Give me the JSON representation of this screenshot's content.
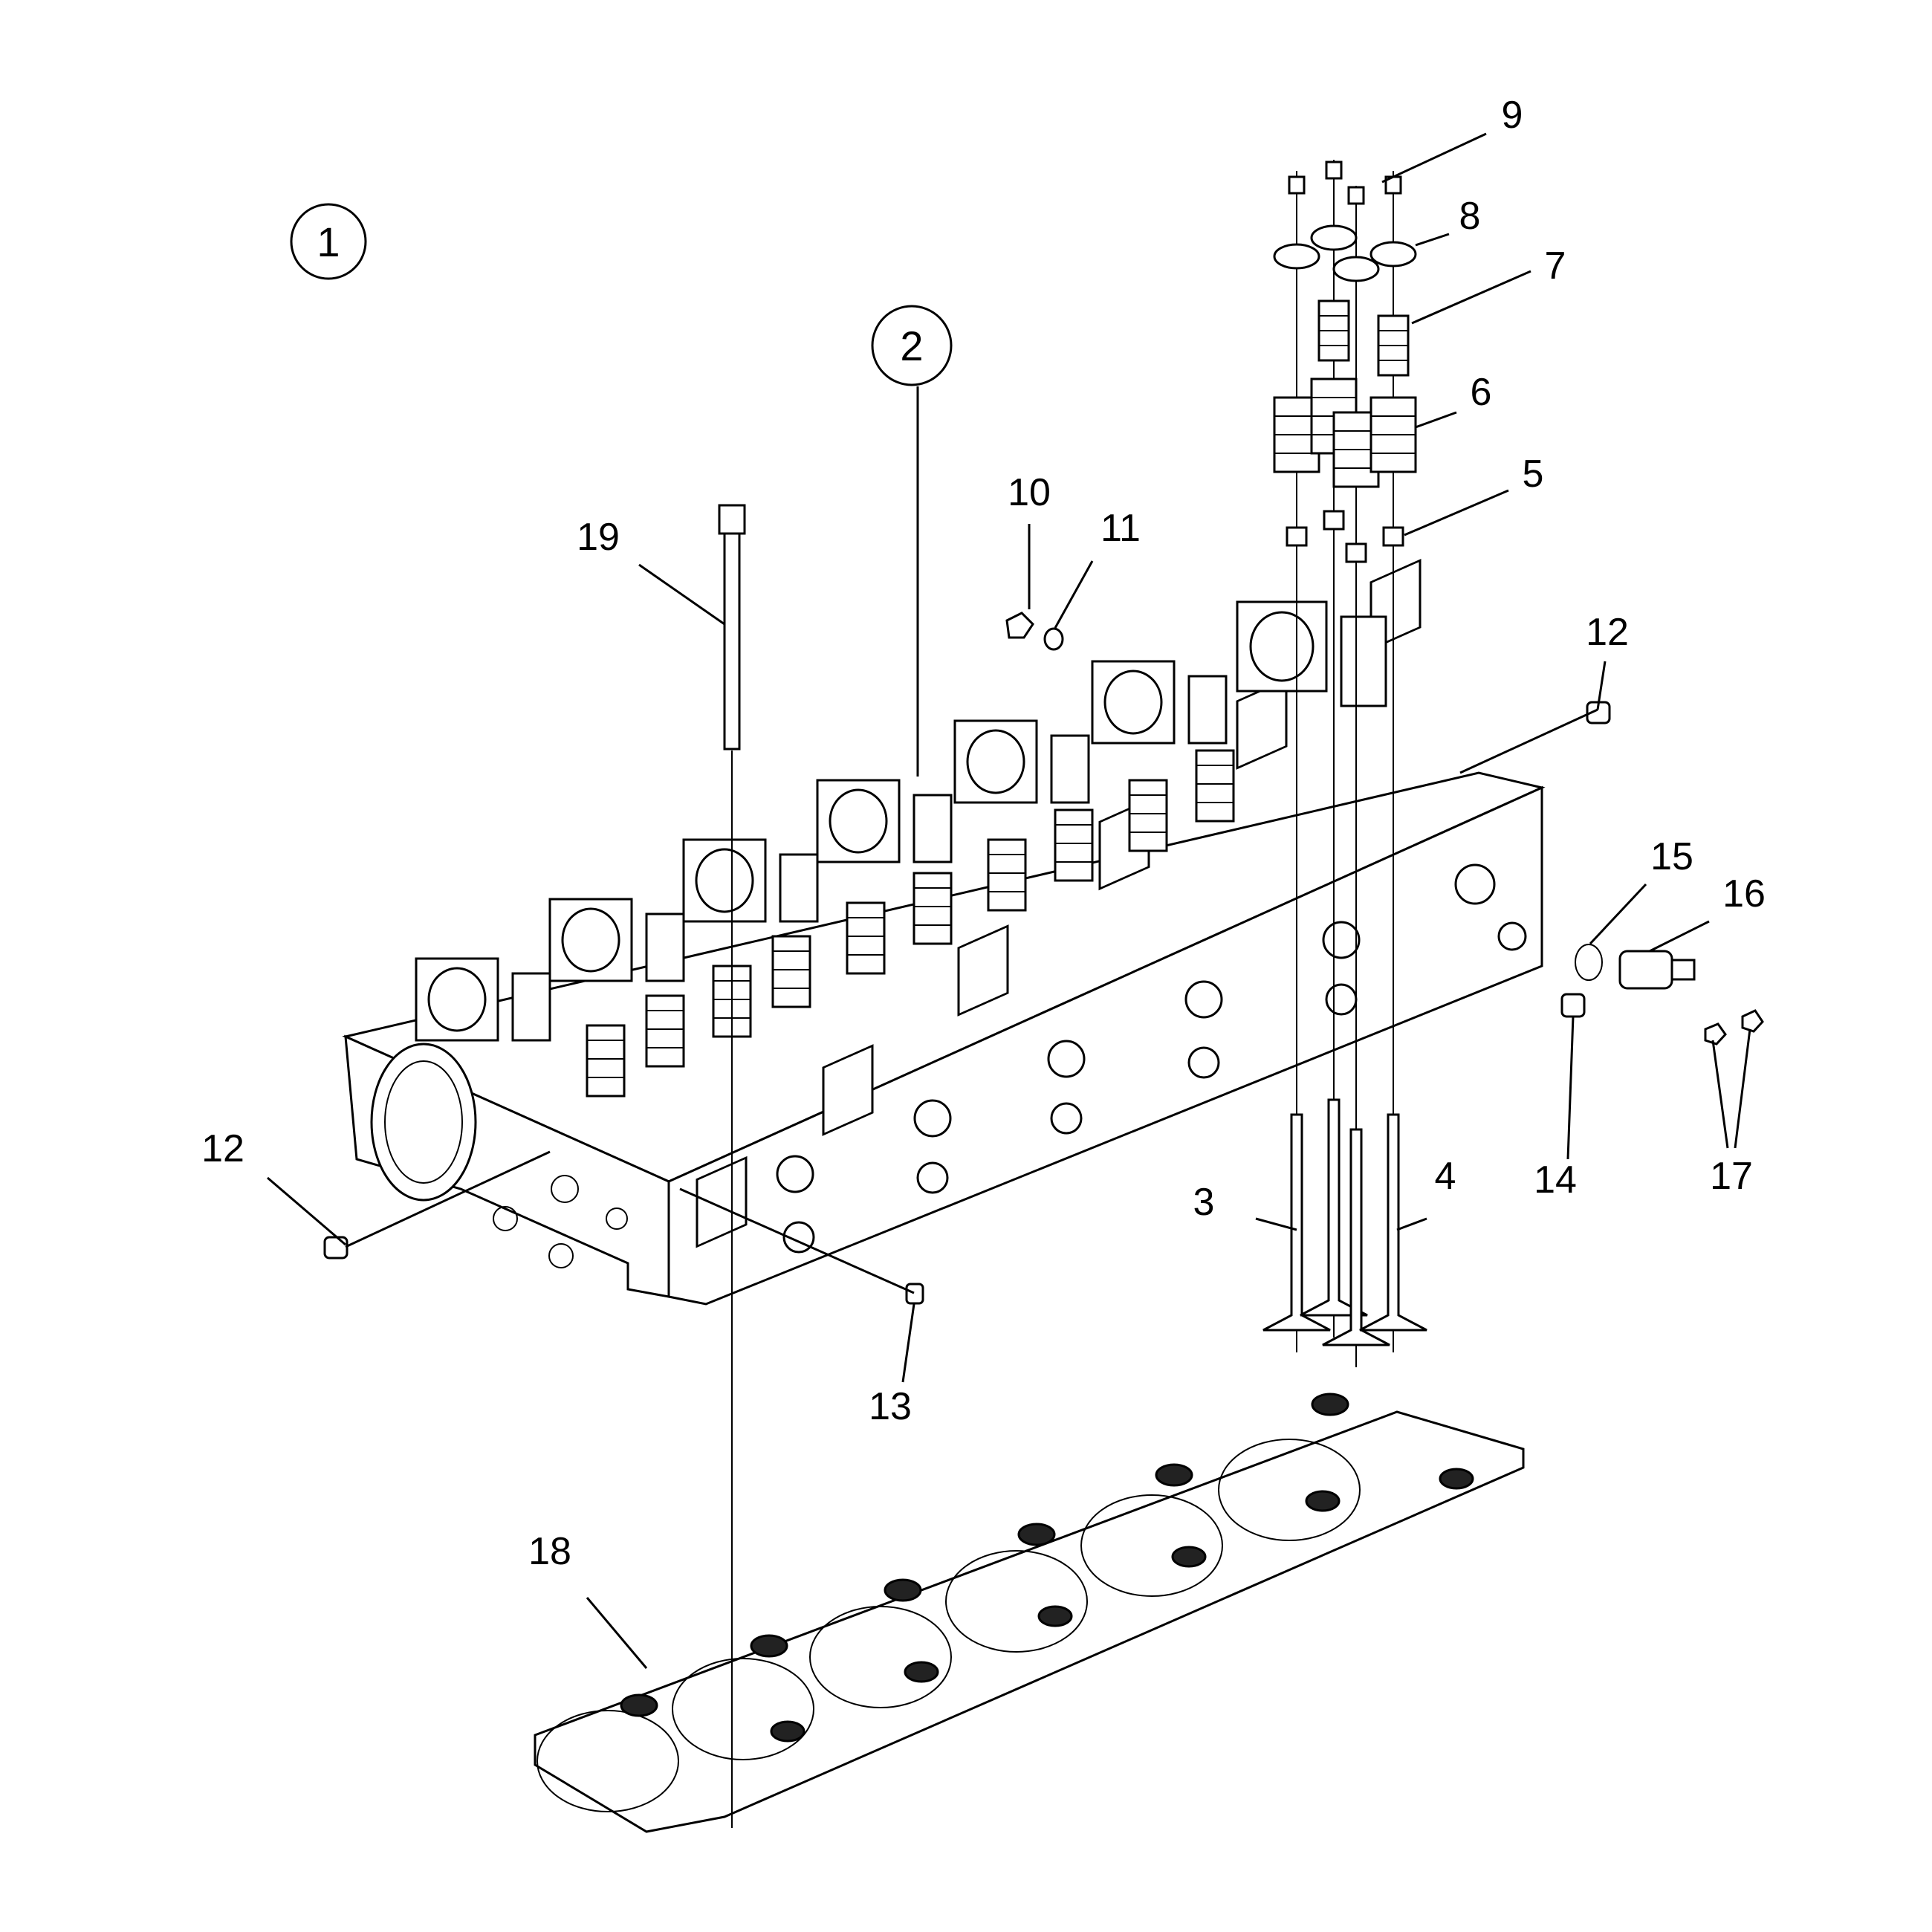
{
  "diagram": {
    "circled_labels": [
      "1",
      "2"
    ],
    "callouts": [
      "3",
      "4",
      "5",
      "6",
      "7",
      "8",
      "9",
      "10",
      "11",
      "12",
      "12",
      "13",
      "14",
      "15",
      "16",
      "17",
      "18",
      "19"
    ]
  }
}
